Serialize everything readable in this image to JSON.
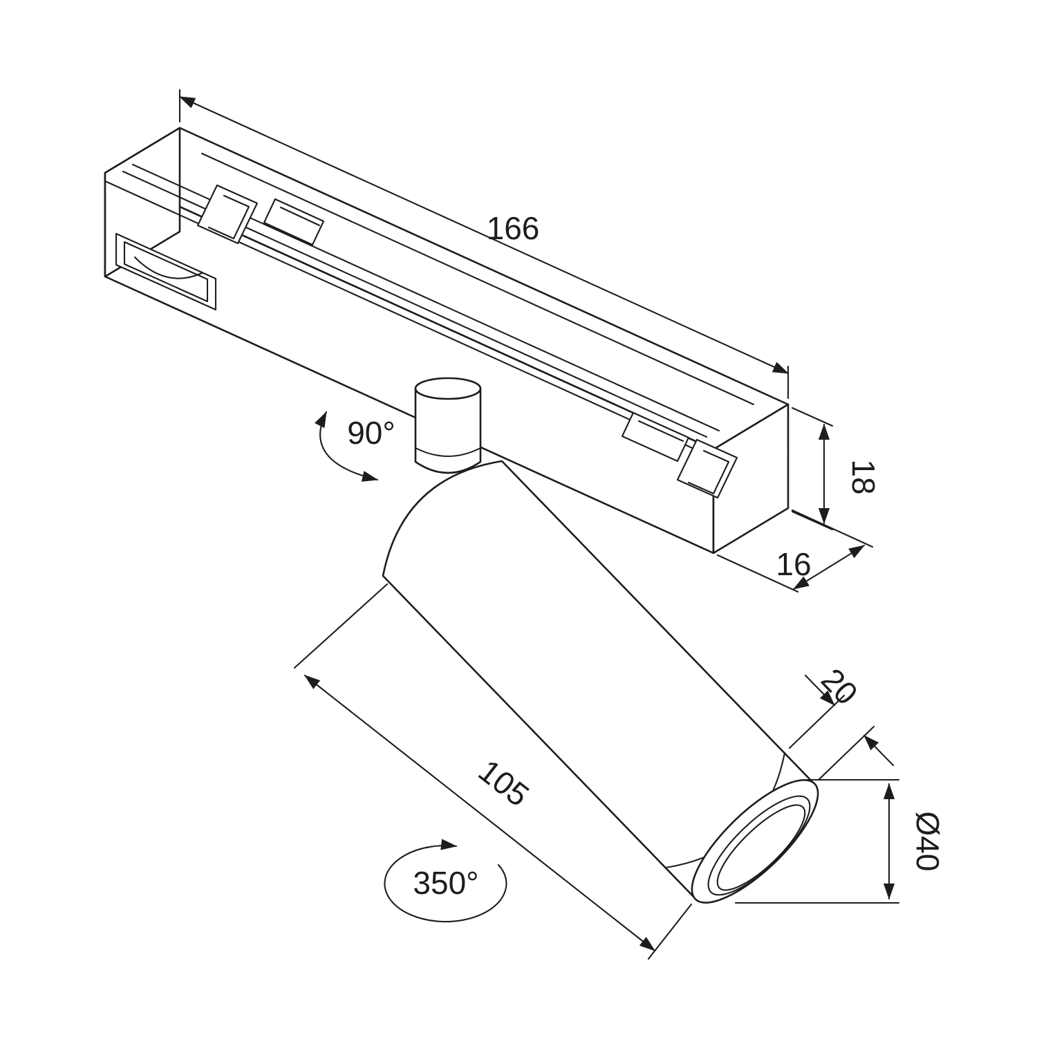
{
  "diagram": {
    "labels": {
      "track_length": "166",
      "track_height": "18",
      "track_width": "16",
      "body_length": "105",
      "head_front_depth": "20",
      "head_diameter": "Ø40",
      "tilt_angle": "90°",
      "rotation_angle": "350°"
    },
    "colors": {
      "line": "#1d1d1d",
      "background": "#ffffff"
    }
  }
}
